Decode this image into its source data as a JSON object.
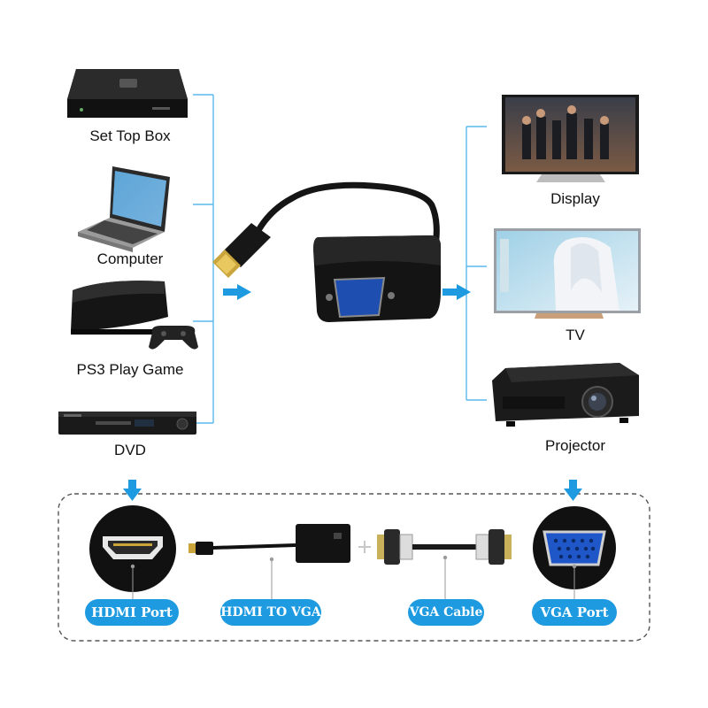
{
  "sources": [
    {
      "label": "Set Top Box",
      "icon": "set-top-box-icon"
    },
    {
      "label": "Computer",
      "icon": "laptop-icon"
    },
    {
      "label": "PS3 Play Game",
      "icon": "game-console-icon"
    },
    {
      "label": "DVD",
      "icon": "dvd-player-icon"
    }
  ],
  "outputs": [
    {
      "label": "Display",
      "icon": "monitor-icon"
    },
    {
      "label": "TV",
      "icon": "tv-icon"
    },
    {
      "label": "Projector",
      "icon": "projector-icon"
    }
  ],
  "adapter": {
    "icon": "hdmi-to-vga-adapter-icon"
  },
  "ports": [
    {
      "label": "HDMI Port",
      "icon": "hdmi-port-icon"
    },
    {
      "label": "HDMI TO VGA",
      "icon": "hdmi-to-vga-adapter-icon"
    },
    {
      "label": "VGA Cable",
      "icon": "vga-cable-icon"
    },
    {
      "label": "VGA Port",
      "icon": "vga-port-icon"
    }
  ],
  "colors": {
    "accent": "#1e9be0",
    "line": "#5bb8ec",
    "dashed_border": "#555555"
  }
}
